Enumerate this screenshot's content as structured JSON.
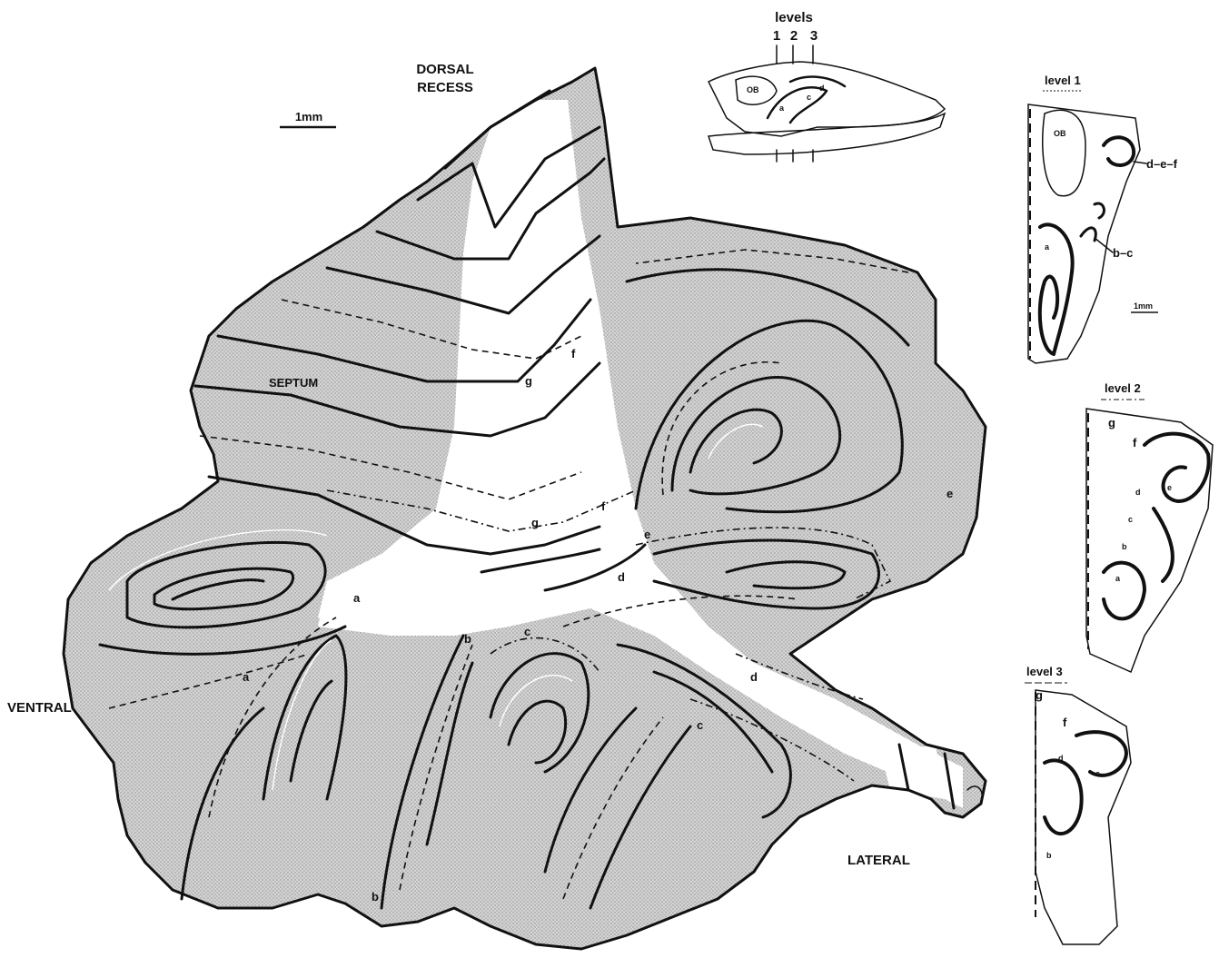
{
  "labels": {
    "dorsal_recess_1": "DORSAL",
    "dorsal_recess_2": "RECESS",
    "septum": "SEPTUM",
    "ventral": "VENTRAL",
    "lateral": "LATERAL",
    "scale_main": "1mm",
    "scale_inset": "1mm"
  },
  "zone_letters": {
    "a1": "a",
    "a2": "a",
    "b1": "b",
    "b2": "b",
    "c1": "c",
    "c2": "c",
    "d1": "d",
    "d2": "d",
    "e1": "e",
    "e2": "e",
    "f1": "f",
    "f2": "f",
    "g1": "g",
    "g2": "g"
  },
  "top_inset": {
    "title": "levels",
    "n1": "1",
    "n2": "2",
    "n3": "3",
    "ob": "OB",
    "a": "a",
    "c": "c",
    "d": "d"
  },
  "level1": {
    "title": "level 1",
    "ob": "OB",
    "def": "d–e–f",
    "bc": "b–c",
    "a": "a"
  },
  "level2": {
    "title": "level 2",
    "g": "g",
    "f": "f",
    "d": "d",
    "e": "e",
    "c": "c",
    "b": "b",
    "a": "a"
  },
  "level3": {
    "title": "level 3",
    "g": "g",
    "f": "f",
    "d": "d",
    "e": "e",
    "b": "b"
  },
  "colors": {
    "shaded_zone": "#cfcfcf",
    "outline": "#111111",
    "background": "#ffffff"
  }
}
